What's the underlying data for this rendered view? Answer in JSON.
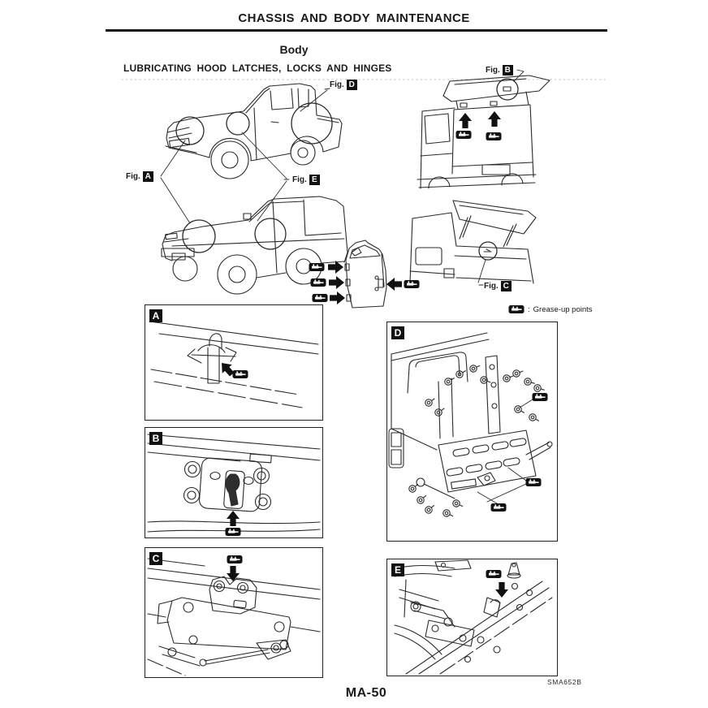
{
  "header": {
    "title": "CHASSIS AND BODY MAINTENANCE"
  },
  "body": {
    "section_title": "Body",
    "subsection_title": "LUBRICATING HOOD LATCHES, LOCKS AND HINGES"
  },
  "fig": {
    "prefix": "Fig.",
    "labels": {
      "A": "A",
      "B": "B",
      "C": "C",
      "D": "D",
      "E": "E"
    }
  },
  "legend": {
    "separator": ":",
    "text": "Grease-up points"
  },
  "panels": {
    "A": "A",
    "B": "B",
    "C": "C",
    "D": "D",
    "E": "E"
  },
  "footer": {
    "page_number": "MA-50",
    "figure_code": "SMA652B"
  },
  "colors": {
    "ink": "#1a1a1a",
    "paper": "#ffffff",
    "label_bg": "#111111"
  }
}
